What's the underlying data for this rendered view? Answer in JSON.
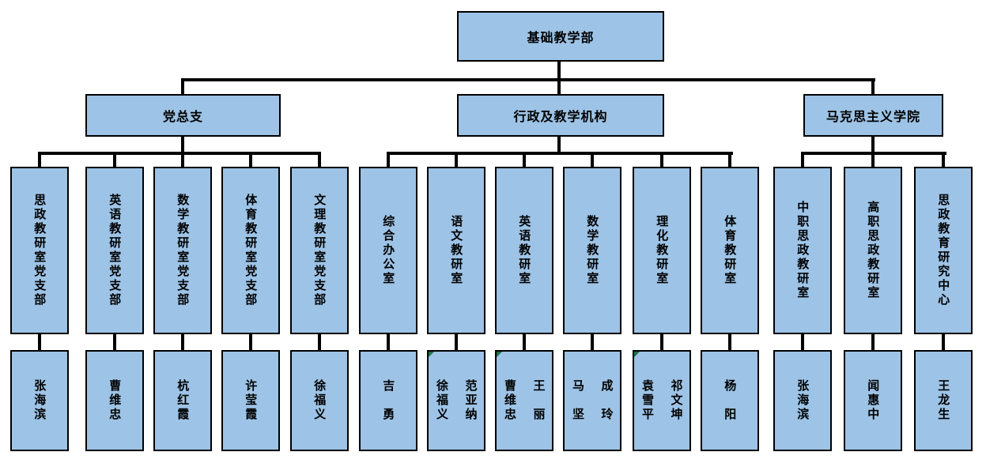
{
  "chart": {
    "diagram_type": "org-chart",
    "root": {
      "label": "基础教学部"
    },
    "branches": [
      {
        "label": "党总支",
        "children": [
          {
            "dept": "思政教研室党支部",
            "names": [
              "张海滨"
            ],
            "note_marker": false
          },
          {
            "dept": "英语教研室党支部",
            "names": [
              "曹维忠"
            ],
            "note_marker": false
          },
          {
            "dept": "数学教研室党支部",
            "names": [
              "杭红霞"
            ],
            "note_marker": false
          },
          {
            "dept": "体育教研室党支部",
            "names": [
              "许莹霞"
            ],
            "note_marker": false
          },
          {
            "dept": "文理教研室党支部",
            "names": [
              "徐福义"
            ],
            "note_marker": false
          }
        ]
      },
      {
        "label": "行政及教学机构",
        "children": [
          {
            "dept": "综合办公室",
            "names": [
              "吉　勇"
            ],
            "note_marker": false
          },
          {
            "dept": "语文教研室",
            "names": [
              "徐福义",
              "范亚纳"
            ],
            "note_marker": true
          },
          {
            "dept": "英语教研室",
            "names": [
              "曹维忠",
              "王　丽"
            ],
            "note_marker": true
          },
          {
            "dept": "数学教研室",
            "names": [
              "马　坚",
              "成　玲"
            ],
            "note_marker": false
          },
          {
            "dept": "理化教研室",
            "names": [
              "袁雪平",
              "祁文坤"
            ],
            "note_marker": true
          },
          {
            "dept": "体育教研室",
            "names": [
              "杨　阳"
            ],
            "note_marker": false
          }
        ]
      },
      {
        "label": "马克思主义学院",
        "children": [
          {
            "dept": "中职思政教研室",
            "names": [
              "张海滨"
            ],
            "note_marker": false
          },
          {
            "dept": "高职思政教研室",
            "names": [
              "闻惠中"
            ],
            "note_marker": false
          },
          {
            "dept": "思政教育研究中心",
            "names": [
              "王龙生"
            ],
            "note_marker": false
          }
        ]
      }
    ],
    "colors": {
      "box_fill": "#9DC3E6",
      "box_border": "#000000",
      "connector": "#000000",
      "note_marker": "#1E7145",
      "background": "#FFFFFF"
    }
  }
}
